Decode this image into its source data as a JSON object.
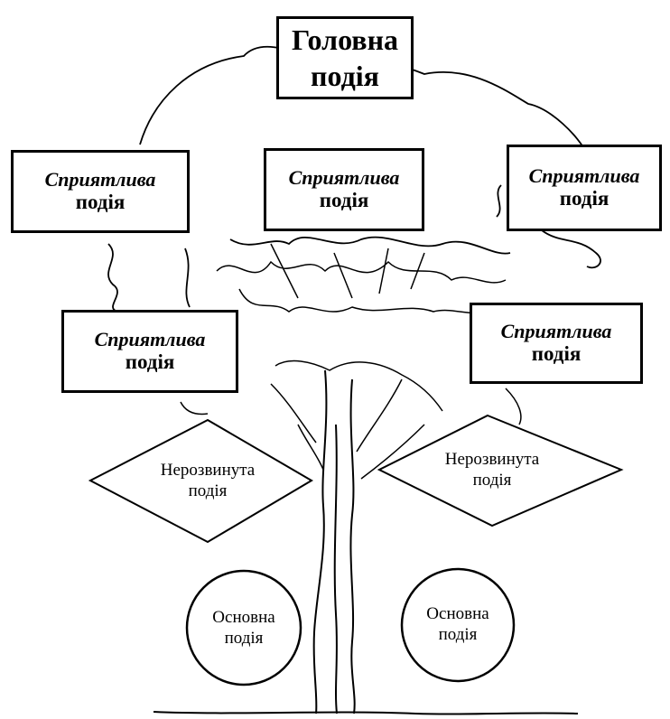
{
  "top_event": {
    "line1": "Головна",
    "line2": "подія"
  },
  "contributing_events": [
    {
      "line1": "Сприятлива",
      "line2": "подія"
    },
    {
      "line1": "Сприятлива",
      "line2": "подія"
    },
    {
      "line1": "Сприятлива",
      "line2": "подія"
    },
    {
      "line1": "Сприятлива",
      "line2": "подія"
    },
    {
      "line1": "Сприятлива",
      "line2": "подія"
    }
  ],
  "undeveloped_events": [
    {
      "line1": "Нерозвинута",
      "line2": "подія"
    },
    {
      "line1": "Нерозвинута",
      "line2": "подія"
    }
  ],
  "basic_events": [
    {
      "line1": "Основна",
      "line2": "подія"
    },
    {
      "line1": "Основна",
      "line2": "подія"
    }
  ]
}
